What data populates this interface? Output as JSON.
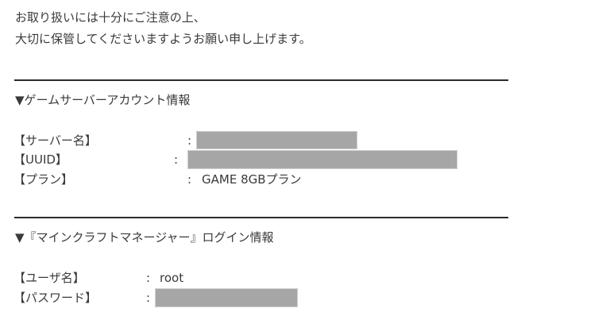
{
  "intro": {
    "line1": "お取り扱いには十分にご注意の上、",
    "line2": "大切に保管してくださいますようお願い申し上げます。"
  },
  "section1": {
    "heading": "▼ゲームサーバーアカウント情報",
    "rows": [
      {
        "label": "【サーバー名】",
        "colon": ":",
        "value": "",
        "redacted": true
      },
      {
        "label": "【UUID】",
        "colon": ":",
        "value": "",
        "redacted": true
      },
      {
        "label": "【プラン】",
        "colon": ":",
        "value": "GAME 8GBプラン",
        "redacted": false
      }
    ]
  },
  "section2": {
    "heading": "▼『マインクラフトマネージャー』ログイン情報",
    "rows": [
      {
        "label": "【ユーザ名】",
        "colon": ":",
        "value": "root",
        "redacted": false
      },
      {
        "label": "【パスワード】",
        "colon": ":",
        "value": "",
        "redacted": true
      }
    ]
  },
  "colors": {
    "text": "#3a3a3a",
    "rule": "#2b2b2b",
    "redaction": "#a6a6a6"
  }
}
